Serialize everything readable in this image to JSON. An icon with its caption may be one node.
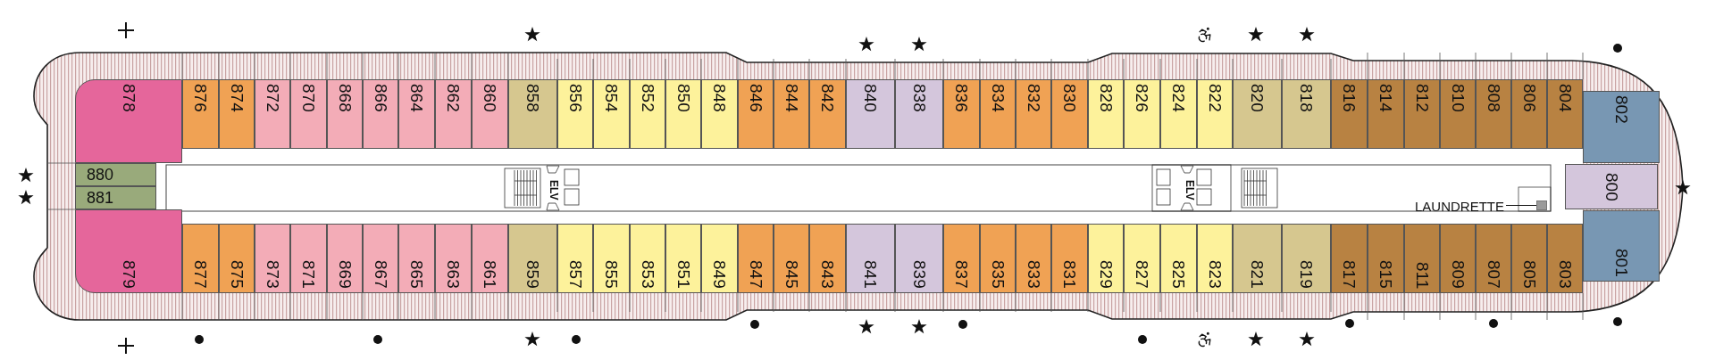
{
  "diagram": {
    "nodes": [
      {
        "text": [
          "878"
        ]
      },
      {
        "text": [
          "876"
        ]
      },
      {
        "text": [
          "874"
        ]
      },
      {
        "text": [
          "872"
        ]
      },
      {
        "text": [
          "870"
        ]
      },
      {
        "text": [
          "868"
        ]
      },
      {
        "text": [
          "866"
        ]
      },
      {
        "text": [
          "864"
        ]
      },
      {
        "text": [
          "862"
        ]
      },
      {
        "text": [
          "860"
        ]
      },
      {
        "text": [
          "858"
        ]
      },
      {
        "text": [
          "856"
        ]
      },
      {
        "text": [
          "854"
        ]
      },
      {
        "text": [
          "852"
        ]
      },
      {
        "text": [
          "850"
        ]
      },
      {
        "text": [
          "848"
        ]
      },
      {
        "text": [
          "846"
        ]
      },
      {
        "text": [
          "844"
        ]
      },
      {
        "text": [
          "842"
        ]
      },
      {
        "text": [
          "840"
        ]
      },
      {
        "text": [
          "838"
        ]
      },
      {
        "text": [
          "836"
        ]
      },
      {
        "text": [
          "834"
        ]
      },
      {
        "text": [
          "832"
        ]
      },
      {
        "text": [
          "830"
        ]
      },
      {
        "text": [
          "828"
        ]
      },
      {
        "text": [
          "826"
        ]
      },
      {
        "text": [
          "824"
        ]
      },
      {
        "text": [
          "822"
        ]
      },
      {
        "text": [
          "820"
        ]
      },
      {
        "text": [
          "818"
        ]
      },
      {
        "text": [
          "816"
        ]
      },
      {
        "text": [
          "814"
        ]
      },
      {
        "text": [
          "812"
        ]
      },
      {
        "text": [
          "810"
        ]
      },
      {
        "text": [
          "808"
        ]
      },
      {
        "text": [
          "806"
        ]
      },
      {
        "text": [
          "804"
        ]
      },
      {
        "text": [
          "802"
        ]
      },
      {
        "text": [
          "880"
        ]
      },
      {
        "text": [
          "881"
        ]
      },
      {
        "text": [
          "800"
        ]
      },
      {
        "text": [
          "LAUNDRETTE"
        ]
      },
      {
        "text": [],
        "shape": "box"
      },
      {
        "text": [
          "879"
        ]
      },
      {
        "text": [
          "877"
        ]
      },
      {
        "text": [
          "875"
        ]
      },
      {
        "text": [
          "873"
        ]
      },
      {
        "text": [
          "871"
        ]
      },
      {
        "text": [
          "869"
        ]
      },
      {
        "text": [
          "867"
        ]
      },
      {
        "text": [
          "865"
        ]
      },
      {
        "text": [
          "863"
        ]
      },
      {
        "text": [
          "861"
        ]
      },
      {
        "text": [
          "859"
        ]
      },
      {
        "text": [
          "857"
        ]
      },
      {
        "text": [
          "855"
        ]
      },
      {
        "text": [
          "853"
        ]
      },
      {
        "text": [
          "851"
        ]
      },
      {
        "text": [
          "849"
        ]
      },
      {
        "text": [
          "847"
        ]
      },
      {
        "text": [
          "845"
        ]
      },
      {
        "text": [
          "843"
        ]
      },
      {
        "text": [
          "841"
        ]
      },
      {
        "text": [
          "839"
        ]
      },
      {
        "text": [
          "837"
        ]
      },
      {
        "text": [
          "835"
        ]
      },
      {
        "text": [
          "833"
        ]
      },
      {
        "text": [
          "831"
        ]
      },
      {
        "text": [
          "829"
        ]
      },
      {
        "text": [
          "827"
        ]
      },
      {
        "text": [
          "825"
        ]
      },
      {
        "text": [
          "823"
        ]
      },
      {
        "text": [
          "821"
        ]
      },
      {
        "text": [
          "819"
        ]
      },
      {
        "text": [
          "817"
        ]
      },
      {
        "text": [
          "815"
        ]
      },
      {
        "text": [
          "811"
        ]
      },
      {
        "text": [
          "809"
        ]
      },
      {
        "text": [
          "807"
        ]
      },
      {
        "text": [
          "805"
        ]
      },
      {
        "text": [
          "803"
        ]
      },
      {
        "text": [
          "801"
        ]
      }
    ],
    "edges": [
      {
        "from": 42,
        "to": 43,
        "arrow": "none"
      }
    ],
    "labels": [
      "ELV",
      "ELV"
    ]
  }
}
